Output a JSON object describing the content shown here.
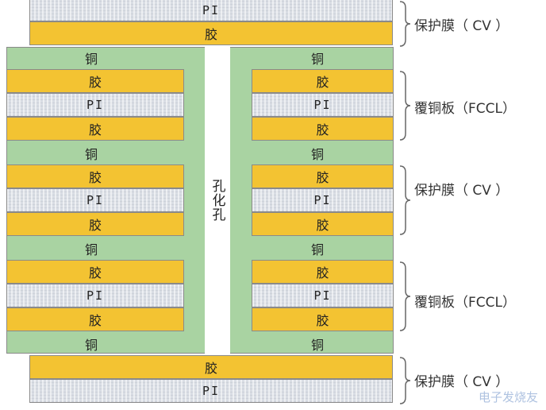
{
  "layers": {
    "pi": "PI",
    "glue": "胶",
    "copper": "铜"
  },
  "hole_label": "孔化孔",
  "labels": {
    "cv_top": "保护膜（ CV ）",
    "fccl_1": "覆铜板（FCCL）",
    "cv_mid": "保护膜（ CV ）",
    "fccl_2": "覆铜板（FCCL）",
    "cv_bottom": "保护膜（ CV ）"
  },
  "watermark": "电子发烧友",
  "colors": {
    "pi": "#d9dde4",
    "glue": "#f3c332",
    "copper": "#a9d3a2",
    "border": "#8a8a8a"
  }
}
